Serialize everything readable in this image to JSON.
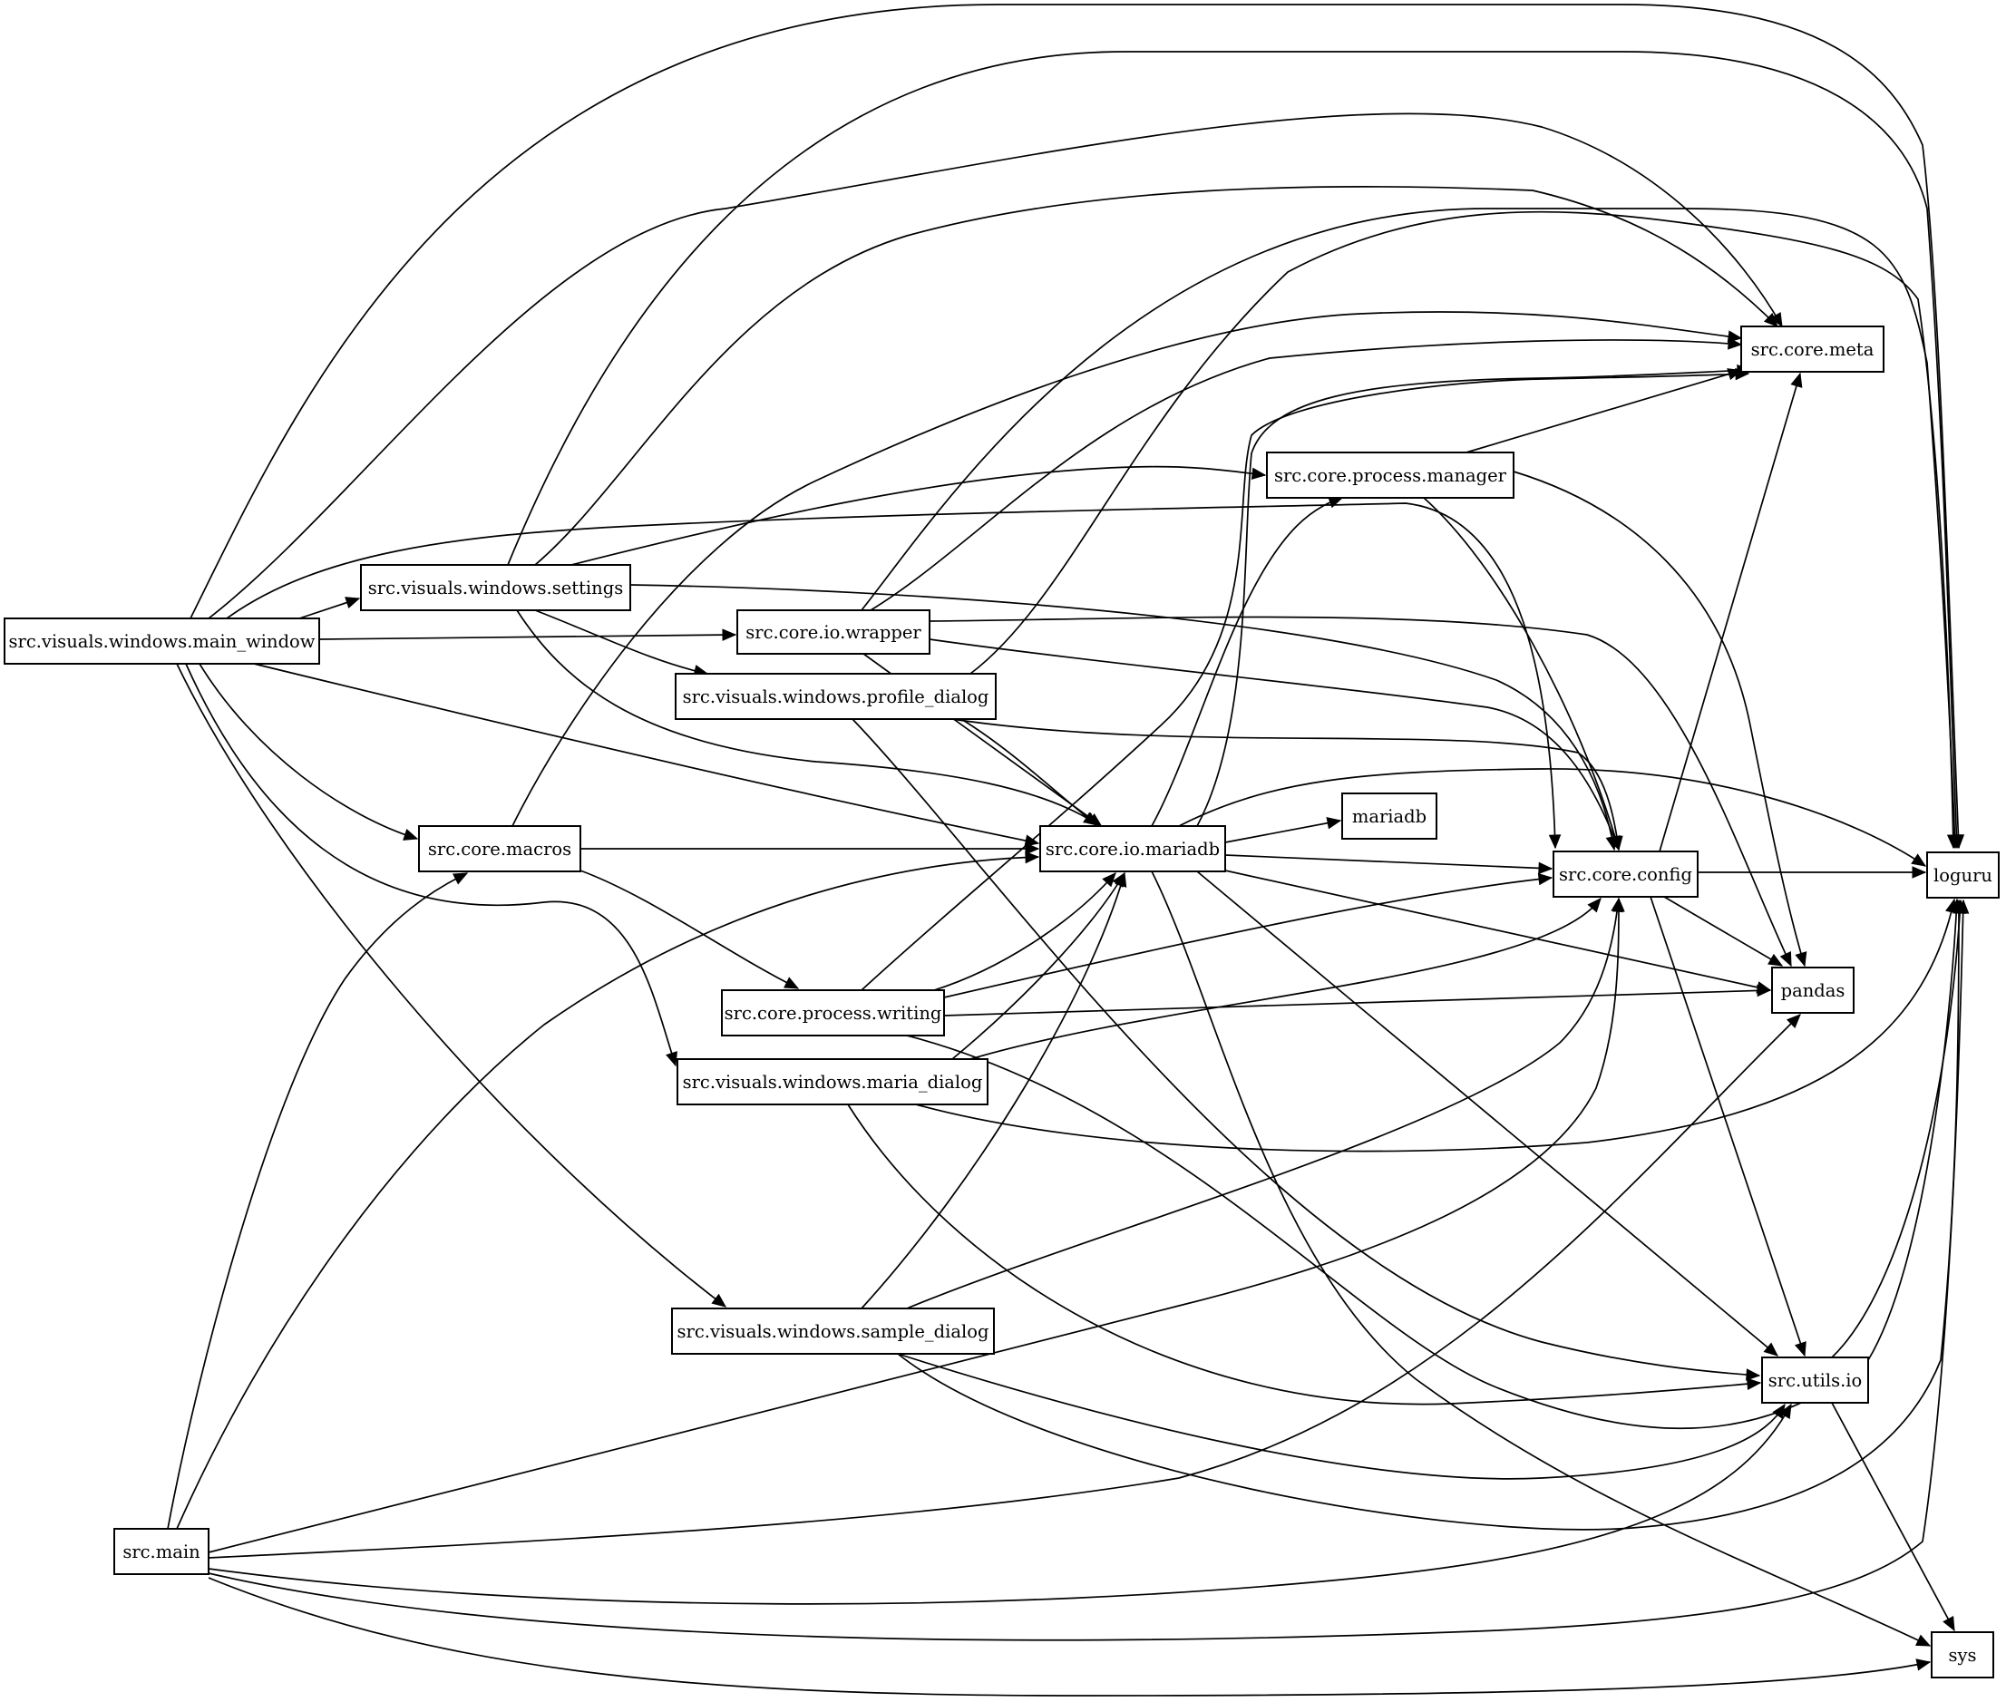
{
  "nodes": [
    {
      "id": "main_window",
      "label": "src.visuals.windows.main_window"
    },
    {
      "id": "settings",
      "label": "src.visuals.windows.settings"
    },
    {
      "id": "wrapper",
      "label": "src.core.io.wrapper"
    },
    {
      "id": "profile_dialog",
      "label": "src.visuals.windows.profile_dialog"
    },
    {
      "id": "manager",
      "label": "src.core.process.manager"
    },
    {
      "id": "meta",
      "label": "src.core.meta"
    },
    {
      "id": "macros",
      "label": "src.core.macros"
    },
    {
      "id": "mariadb_io",
      "label": "src.core.io.mariadb"
    },
    {
      "id": "mariadb",
      "label": "mariadb"
    },
    {
      "id": "config",
      "label": "src.core.config"
    },
    {
      "id": "loguru",
      "label": "loguru"
    },
    {
      "id": "writing",
      "label": "src.core.process.writing"
    },
    {
      "id": "pandas",
      "label": "pandas"
    },
    {
      "id": "maria_dialog",
      "label": "src.visuals.windows.maria_dialog"
    },
    {
      "id": "sample_dialog",
      "label": "src.visuals.windows.sample_dialog"
    },
    {
      "id": "utils_io",
      "label": "src.utils.io"
    },
    {
      "id": "main",
      "label": "src.main"
    },
    {
      "id": "sys",
      "label": "sys"
    }
  ],
  "edges": [
    {
      "from": "main_window",
      "to": "loguru"
    },
    {
      "from": "main_window",
      "to": "meta"
    },
    {
      "from": "main_window",
      "to": "config"
    },
    {
      "from": "main_window",
      "to": "settings"
    },
    {
      "from": "main_window",
      "to": "wrapper"
    },
    {
      "from": "main_window",
      "to": "mariadb_io"
    },
    {
      "from": "main_window",
      "to": "macros"
    },
    {
      "from": "main_window",
      "to": "maria_dialog"
    },
    {
      "from": "main_window",
      "to": "sample_dialog"
    },
    {
      "from": "settings",
      "to": "loguru"
    },
    {
      "from": "settings",
      "to": "meta"
    },
    {
      "from": "settings",
      "to": "manager"
    },
    {
      "from": "settings",
      "to": "config"
    },
    {
      "from": "settings",
      "to": "profile_dialog"
    },
    {
      "from": "settings",
      "to": "mariadb_io"
    },
    {
      "from": "wrapper",
      "to": "loguru"
    },
    {
      "from": "wrapper",
      "to": "meta"
    },
    {
      "from": "wrapper",
      "to": "pandas"
    },
    {
      "from": "wrapper",
      "to": "config"
    },
    {
      "from": "wrapper",
      "to": "mariadb_io"
    },
    {
      "from": "profile_dialog",
      "to": "loguru"
    },
    {
      "from": "profile_dialog",
      "to": "mariadb_io"
    },
    {
      "from": "profile_dialog",
      "to": "config"
    },
    {
      "from": "profile_dialog",
      "to": "utils_io"
    },
    {
      "from": "manager",
      "to": "meta"
    },
    {
      "from": "manager",
      "to": "config"
    },
    {
      "from": "manager",
      "to": "pandas"
    },
    {
      "from": "macros",
      "to": "meta"
    },
    {
      "from": "macros",
      "to": "mariadb_io"
    },
    {
      "from": "macros",
      "to": "writing"
    },
    {
      "from": "mariadb_io",
      "to": "meta"
    },
    {
      "from": "mariadb_io",
      "to": "manager"
    },
    {
      "from": "mariadb_io",
      "to": "mariadb"
    },
    {
      "from": "mariadb_io",
      "to": "loguru"
    },
    {
      "from": "mariadb_io",
      "to": "config"
    },
    {
      "from": "mariadb_io",
      "to": "pandas"
    },
    {
      "from": "mariadb_io",
      "to": "utils_io"
    },
    {
      "from": "mariadb_io",
      "to": "sys"
    },
    {
      "from": "config",
      "to": "meta"
    },
    {
      "from": "config",
      "to": "loguru"
    },
    {
      "from": "config",
      "to": "pandas"
    },
    {
      "from": "config",
      "to": "utils_io"
    },
    {
      "from": "writing",
      "to": "meta"
    },
    {
      "from": "writing",
      "to": "mariadb_io"
    },
    {
      "from": "writing",
      "to": "config"
    },
    {
      "from": "writing",
      "to": "pandas"
    },
    {
      "from": "writing",
      "to": "loguru"
    },
    {
      "from": "maria_dialog",
      "to": "mariadb_io"
    },
    {
      "from": "maria_dialog",
      "to": "config"
    },
    {
      "from": "maria_dialog",
      "to": "loguru"
    },
    {
      "from": "maria_dialog",
      "to": "utils_io"
    },
    {
      "from": "sample_dialog",
      "to": "mariadb_io"
    },
    {
      "from": "sample_dialog",
      "to": "config"
    },
    {
      "from": "sample_dialog",
      "to": "utils_io"
    },
    {
      "from": "sample_dialog",
      "to": "loguru"
    },
    {
      "from": "utils_io",
      "to": "loguru"
    },
    {
      "from": "utils_io",
      "to": "sys"
    },
    {
      "from": "main",
      "to": "macros"
    },
    {
      "from": "main",
      "to": "mariadb_io"
    },
    {
      "from": "main",
      "to": "config"
    },
    {
      "from": "main",
      "to": "pandas"
    },
    {
      "from": "main",
      "to": "utils_io"
    },
    {
      "from": "main",
      "to": "loguru"
    },
    {
      "from": "main",
      "to": "sys"
    }
  ]
}
